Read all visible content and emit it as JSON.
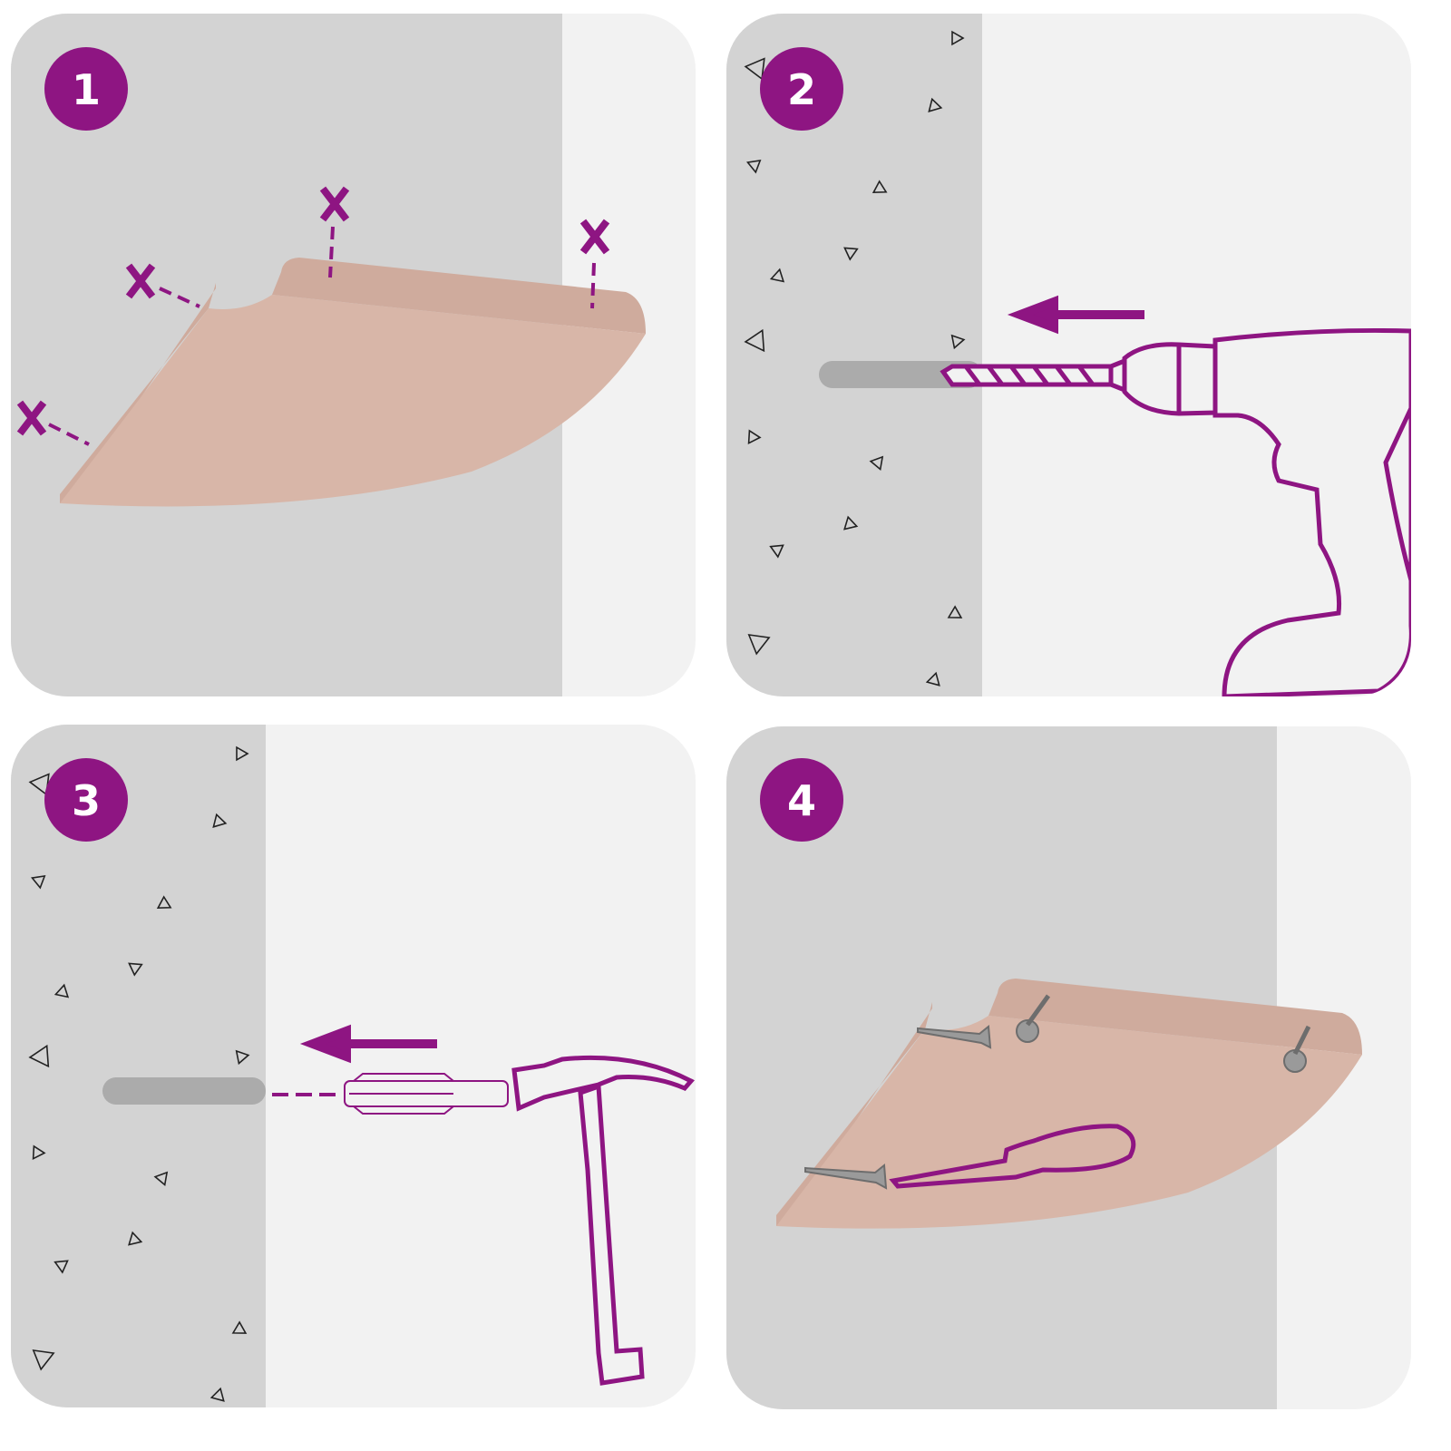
{
  "steps": [
    {
      "number": "1",
      "action": "mark"
    },
    {
      "number": "2",
      "action": "drill"
    },
    {
      "number": "3",
      "action": "insert-plug"
    },
    {
      "number": "4",
      "action": "screw"
    }
  ],
  "colors": {
    "accent": "#8e1582",
    "wall": "#d3d3d3",
    "background": "#f2f2f2",
    "shelf": "#d8b6a8",
    "shelf_lip": "#cfab9d",
    "hole": "#ababab"
  }
}
